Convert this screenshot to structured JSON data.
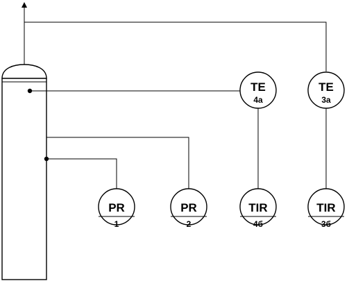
{
  "instruments": {
    "te_4a": {
      "tag": "TE",
      "number": "4a"
    },
    "te_3a": {
      "tag": "TE",
      "number": "3a"
    },
    "pr_1": {
      "tag": "PR",
      "number": "1"
    },
    "pr_2": {
      "tag": "PR",
      "number": "2"
    },
    "tir_4b": {
      "tag": "TIR",
      "number": "4б"
    },
    "tir_3b": {
      "tag": "TIR",
      "number": "3б"
    }
  }
}
